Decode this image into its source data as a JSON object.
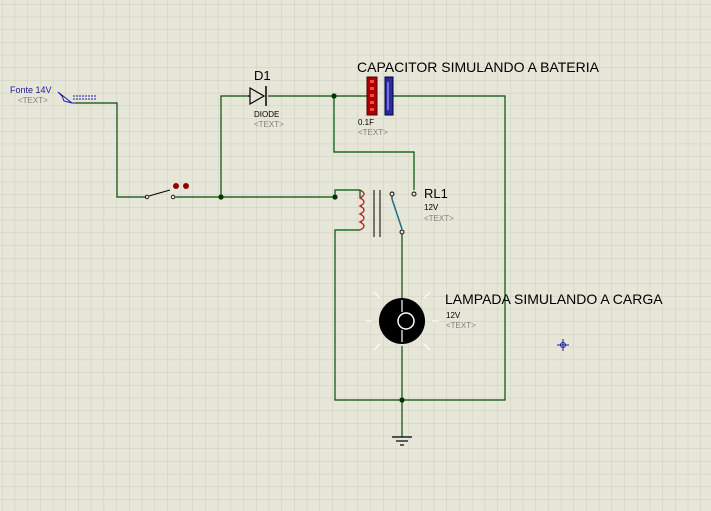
{
  "source": {
    "label": "Fonte 14V",
    "text_placeholder": "<TEXT>"
  },
  "diode": {
    "ref": "D1",
    "type": "DIODE",
    "text_placeholder": "<TEXT>"
  },
  "capacitor": {
    "title": "CAPACITOR SIMULANDO A BATERIA",
    "value": "0.1F",
    "text_placeholder": "<TEXT>"
  },
  "relay": {
    "ref": "RL1",
    "value": "12V",
    "text_placeholder": "<TEXT>"
  },
  "lamp": {
    "title": "LAMPADA SIMULANDO A CARGA",
    "value": "12V",
    "text_placeholder": "<TEXT>"
  },
  "colors": {
    "background": "#e6e6d9",
    "grid": "#cfcfbf",
    "wire": "#005200",
    "component": "#000000",
    "junction": "#003300",
    "text_default": "#7f7f7f",
    "label_blue": "#1a1aa0",
    "capacitor_red": "#aa0000",
    "capacitor_blue": "#2b2b9c",
    "switch_contact": "#8c0000",
    "relay_blade": "#1c6e8c"
  }
}
